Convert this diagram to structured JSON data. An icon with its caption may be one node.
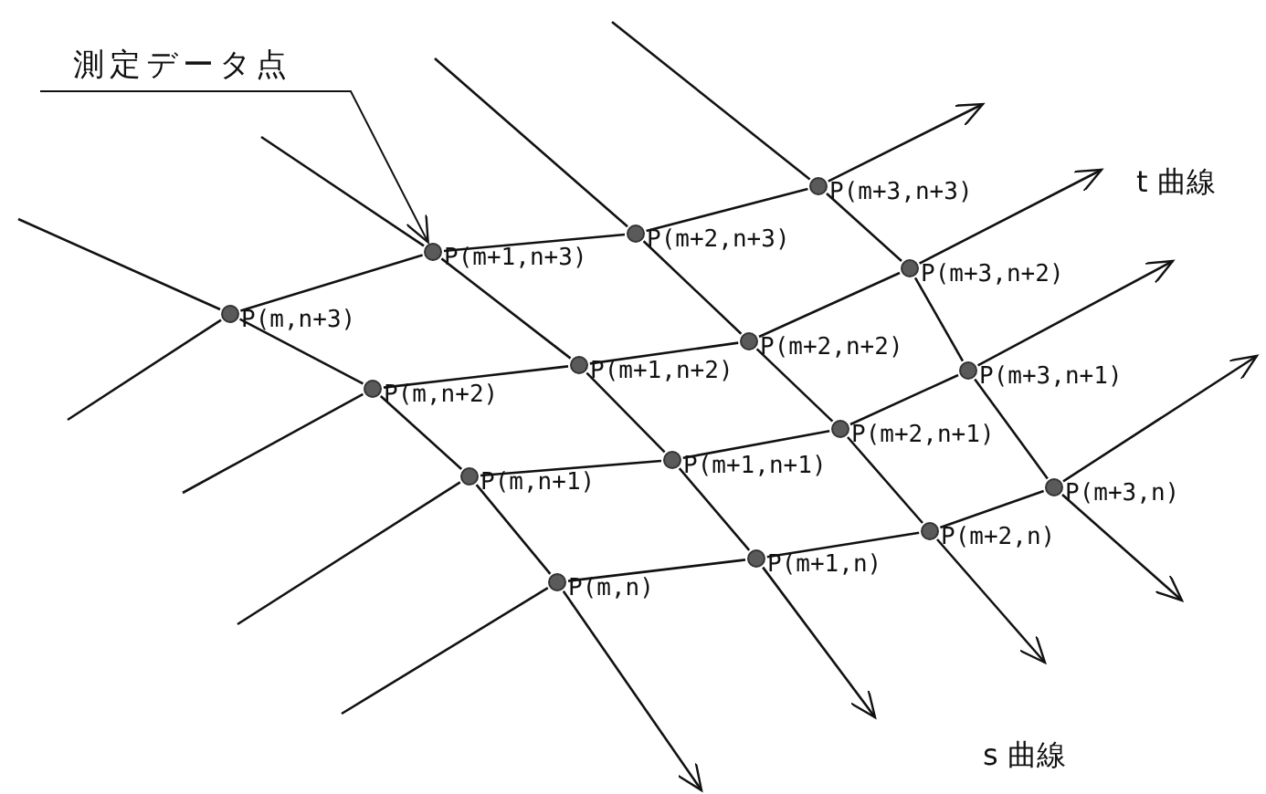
{
  "diagram": {
    "nodes": [
      {
        "text": [
          "測定データ点"
        ]
      },
      {
        "text": [],
        "shape": "circle",
        "beside": [
          "P(m,n+3)"
        ]
      },
      {
        "text": [],
        "shape": "circle",
        "beside": [
          "P(m+1,n+3)"
        ]
      },
      {
        "text": [],
        "shape": "circle",
        "beside": [
          "P(m+2,n+3)"
        ]
      },
      {
        "text": [],
        "shape": "circle",
        "beside": [
          "P(m+3,n+3)"
        ]
      },
      {
        "text": [],
        "shape": "circle",
        "beside": [
          "P(m,n+2)"
        ]
      },
      {
        "text": [],
        "shape": "circle",
        "beside": [
          "P(m+1,n+2)"
        ]
      },
      {
        "text": [],
        "shape": "circle",
        "beside": [
          "P(m+2,n+2)"
        ]
      },
      {
        "text": [],
        "shape": "circle",
        "beside": [
          "P(m+3,n+2)"
        ]
      },
      {
        "text": [],
        "shape": "circle",
        "beside": [
          "P(m,n+1)"
        ]
      },
      {
        "text": [],
        "shape": "circle",
        "beside": [
          "P(m+1,n+1)"
        ]
      },
      {
        "text": [],
        "shape": "circle",
        "beside": [
          "P(m+2,n+1)"
        ]
      },
      {
        "text": [],
        "shape": "circle",
        "beside": [
          "P(m+3,n+1)"
        ]
      },
      {
        "text": [],
        "shape": "circle",
        "beside": [
          "P(m,n)"
        ]
      },
      {
        "text": [],
        "shape": "circle",
        "beside": [
          "P(m+1,n)"
        ]
      },
      {
        "text": [],
        "shape": "circle",
        "beside": [
          "P(m+2,n)"
        ]
      },
      {
        "text": [],
        "shape": "circle",
        "beside": [
          "P(m+3,n)"
        ]
      }
    ],
    "edges": [
      {
        "from": 0,
        "to": 2,
        "arrow": "to"
      },
      {
        "from": null,
        "to": 1,
        "arrow": "none"
      },
      {
        "from": 1,
        "to": 2,
        "arrow": "none"
      },
      {
        "from": 2,
        "to": 3,
        "arrow": "none"
      },
      {
        "from": 3,
        "to": 4,
        "arrow": "none"
      },
      {
        "from": 4,
        "to": null,
        "arrow": "to"
      },
      {
        "from": null,
        "to": 5,
        "arrow": "none"
      },
      {
        "from": 5,
        "to": 6,
        "arrow": "none"
      },
      {
        "from": 6,
        "to": 7,
        "arrow": "none"
      },
      {
        "from": 7,
        "to": 8,
        "arrow": "none"
      },
      {
        "from": 8,
        "to": null,
        "arrow": "to"
      },
      {
        "from": null,
        "to": 9,
        "arrow": "none"
      },
      {
        "from": 9,
        "to": 10,
        "arrow": "none"
      },
      {
        "from": 10,
        "to": 11,
        "arrow": "none"
      },
      {
        "from": 11,
        "to": 12,
        "arrow": "none"
      },
      {
        "from": 12,
        "to": null,
        "arrow": "to"
      },
      {
        "from": null,
        "to": 13,
        "arrow": "none"
      },
      {
        "from": 13,
        "to": 14,
        "arrow": "none"
      },
      {
        "from": 14,
        "to": 15,
        "arrow": "none"
      },
      {
        "from": 15,
        "to": 16,
        "arrow": "none"
      },
      {
        "from": 16,
        "to": null,
        "arrow": "to"
      },
      {
        "from": null,
        "to": 1,
        "arrow": "none"
      },
      {
        "from": 1,
        "to": 5,
        "arrow": "none"
      },
      {
        "from": 5,
        "to": 9,
        "arrow": "none"
      },
      {
        "from": 9,
        "to": 13,
        "arrow": "none"
      },
      {
        "from": 13,
        "to": null,
        "arrow": "to"
      },
      {
        "from": null,
        "to": 2,
        "arrow": "none"
      },
      {
        "from": 2,
        "to": 6,
        "arrow": "none"
      },
      {
        "from": 6,
        "to": 10,
        "arrow": "none"
      },
      {
        "from": 10,
        "to": 14,
        "arrow": "none"
      },
      {
        "from": 14,
        "to": null,
        "arrow": "to"
      },
      {
        "from": null,
        "to": 3,
        "arrow": "none"
      },
      {
        "from": 3,
        "to": 7,
        "arrow": "none"
      },
      {
        "from": 7,
        "to": 11,
        "arrow": "none"
      },
      {
        "from": 11,
        "to": 15,
        "arrow": "none"
      },
      {
        "from": 15,
        "to": null,
        "arrow": "to"
      },
      {
        "from": null,
        "to": 4,
        "arrow": "none"
      },
      {
        "from": 4,
        "to": 8,
        "arrow": "none"
      },
      {
        "from": 8,
        "to": 12,
        "arrow": "none"
      },
      {
        "from": 12,
        "to": 16,
        "arrow": "none"
      },
      {
        "from": 16,
        "to": null,
        "arrow": "to"
      }
    ],
    "labels": [
      "t 曲線",
      "s 曲線"
    ]
  }
}
